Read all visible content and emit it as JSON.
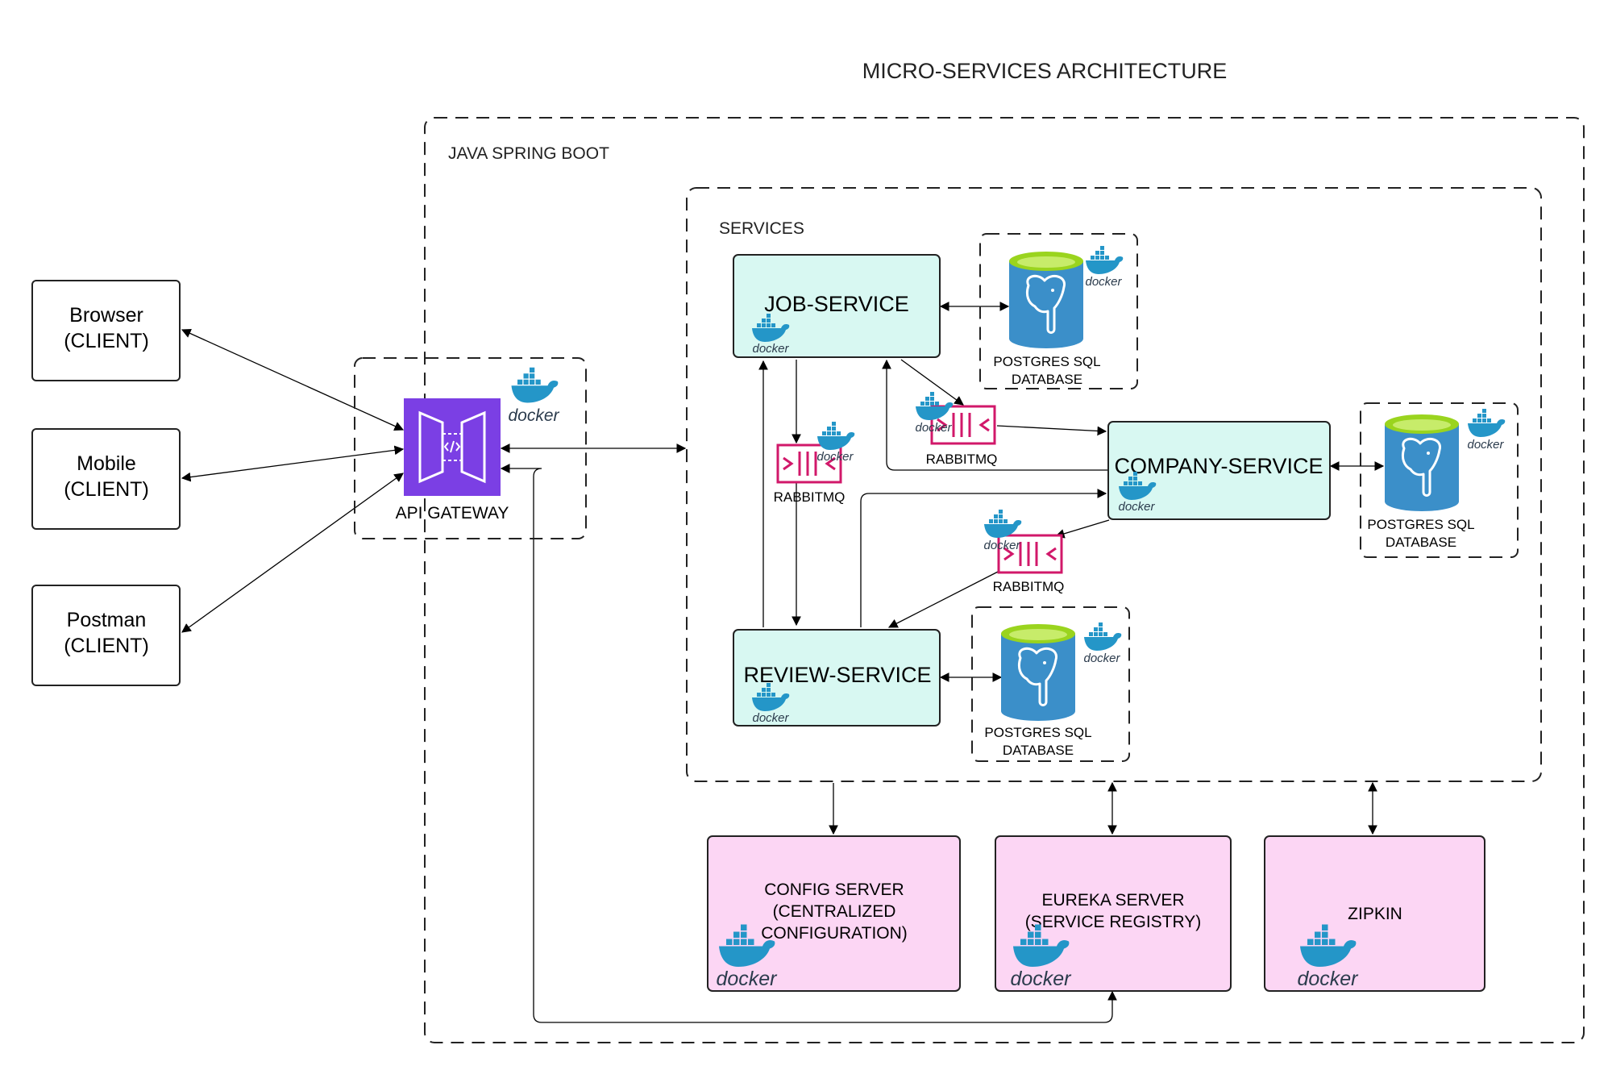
{
  "title": "MICRO-SERVICES ARCHITECTURE",
  "frames": {
    "spring_boot_label": "JAVA SPRING BOOT",
    "services_label": "SERVICES"
  },
  "clients": [
    {
      "name": "Browser",
      "role": "(CLIENT)"
    },
    {
      "name": "Mobile",
      "role": "(CLIENT)"
    },
    {
      "name": "Postman",
      "role": "(CLIENT)"
    }
  ],
  "gateway": {
    "label": "API GATEWAY",
    "icon": "api-gateway-icon"
  },
  "services": {
    "job": "JOB-SERVICE",
    "company": "COMPANY-SERVICE",
    "review": "REVIEW-SERVICE"
  },
  "databases": {
    "line1": "POSTGRES SQL",
    "line2": "DATABASE",
    "icon": "postgresql-elephant-icon"
  },
  "queues": {
    "label": "RABBITMQ",
    "icon": "rabbitmq-queue-icon"
  },
  "infra": {
    "config_line1": "CONFIG SERVER",
    "config_line2": "(CENTRALIZED",
    "config_line3": "CONFIGURATION)",
    "eureka_line1": "EUREKA SERVER",
    "eureka_line2": "(SERVICE REGISTRY)",
    "zipkin": "ZIPKIN"
  },
  "docker": {
    "label": "docker",
    "icon": "docker-whale-icon"
  },
  "colors": {
    "service_fill": "#d8f8f2",
    "infra_fill": "#fcd6f4",
    "gateway_purple": "#7b3fe4",
    "rabbitmq_pink": "#d1186a",
    "postgres_blue": "#3b8fc9",
    "postgres_top": "#9ad41e",
    "docker_blue": "#2496c8"
  }
}
